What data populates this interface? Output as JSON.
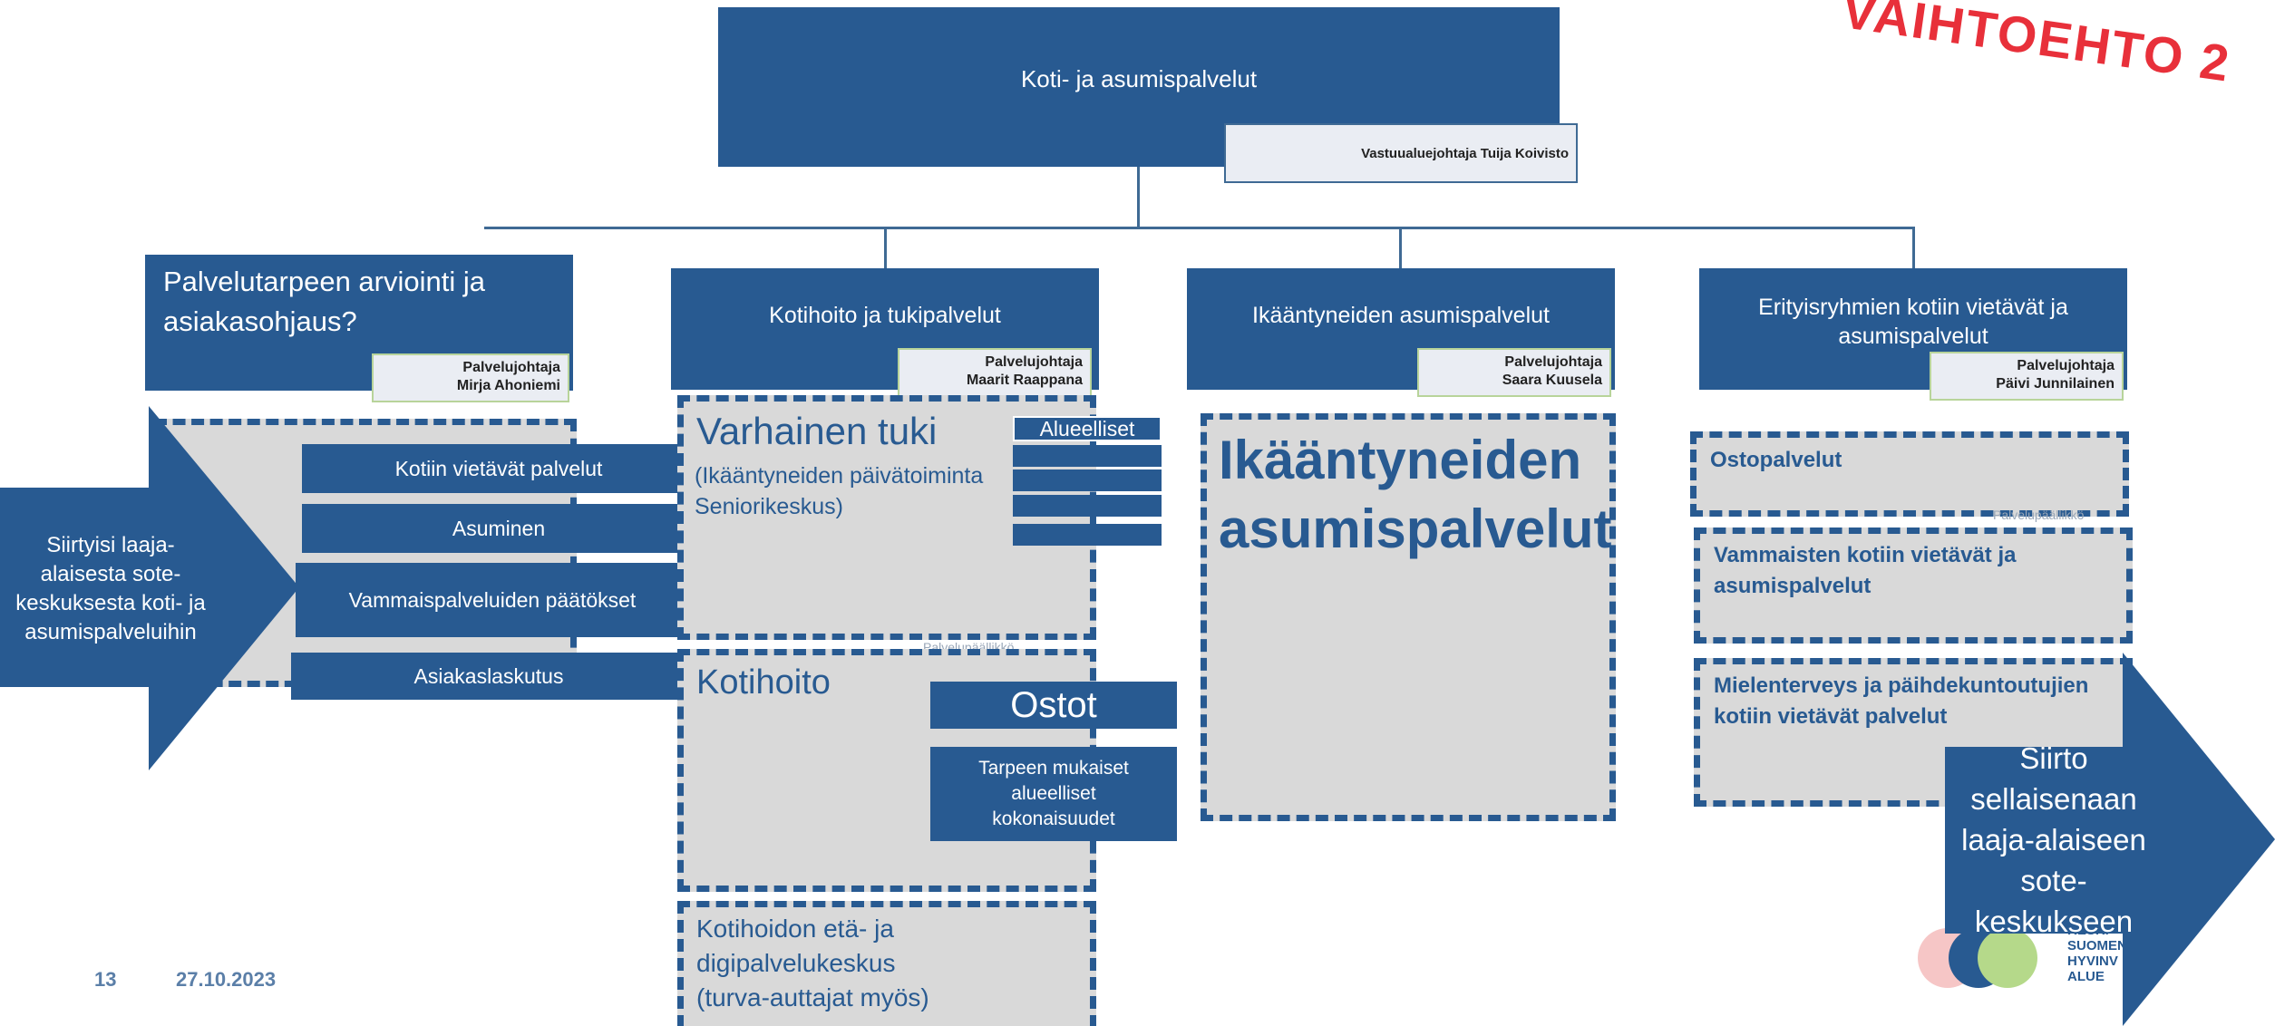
{
  "watermark": "VAIHTOEHTO 2",
  "top": {
    "title": "Koti- ja asumispalvelut",
    "manager": "Vastuualuejohtaja Tuija Koivisto"
  },
  "units": [
    {
      "title": "Palvelutarpeen arviointi ja asiakasohjaus?",
      "role": "Palvelujohtaja",
      "person": "Mirja Ahoniemi"
    },
    {
      "title": "Kotihoito ja tukipalvelut",
      "role": "Palvelujohtaja",
      "person": "Maarit Raappana"
    },
    {
      "title": "Ikääntyneiden asumispalvelut",
      "role": "Palvelujohtaja",
      "person": "Saara Kuusela"
    },
    {
      "title": "Erityisryhmien kotiin vietävät ja asumispalvelut",
      "role": "Palvelujohtaja",
      "person": "Päivi Junnilainen"
    }
  ],
  "left_arrow": {
    "text": "Siirtyisi laaja-alaisesta sote-keskuksesta koti- ja asumispalveluihin"
  },
  "col1_items": [
    "Kotiin vietävät palvelut",
    "Asuminen",
    "Vammaispalveluiden päätökset",
    "Asiakaslaskutus"
  ],
  "col2": {
    "varhainen_title": "Varhainen tuki",
    "varhainen_sub": "(Ikääntyneiden päivätoiminta Seniorikeskus)",
    "alueelliset": "Alueelliset",
    "kotihoito": "Kotihoito",
    "ostot": "Ostot",
    "tarpeen": "Tarpeen mukaiset alueelliset kokonaisuudet",
    "eta": "Kotihoidon etä- ja digipalvelukeskus (turva-auttajat myös)",
    "faint": "Palvelupäällikkö"
  },
  "col3": {
    "big": "Ikääntyneiden asumispalvelut"
  },
  "col4": {
    "items": [
      "Ostopalvelut",
      "Vammaisten kotiin vietävät ja asumispalvelut",
      "Mielenterveys ja päihdekuntoutujien kotiin vietävät palvelut"
    ],
    "faint": "Palvelupäällikkö"
  },
  "right_arrow": {
    "text": "Siirto sellaisenaan laaja-alaiseen sote-keskukseen"
  },
  "footer": {
    "page": "13",
    "date": "27.10.2023"
  },
  "logo": {
    "lines": [
      "KESKI-",
      "SUOMEN",
      "HYVINV",
      "ALUE"
    ]
  },
  "colors": {
    "brand_blue": "#285a91",
    "gray": "#d9d9d9",
    "watermark": "#e8303a",
    "logo_green": "#b5d98a",
    "logo_pink": "#f6c6c6"
  }
}
